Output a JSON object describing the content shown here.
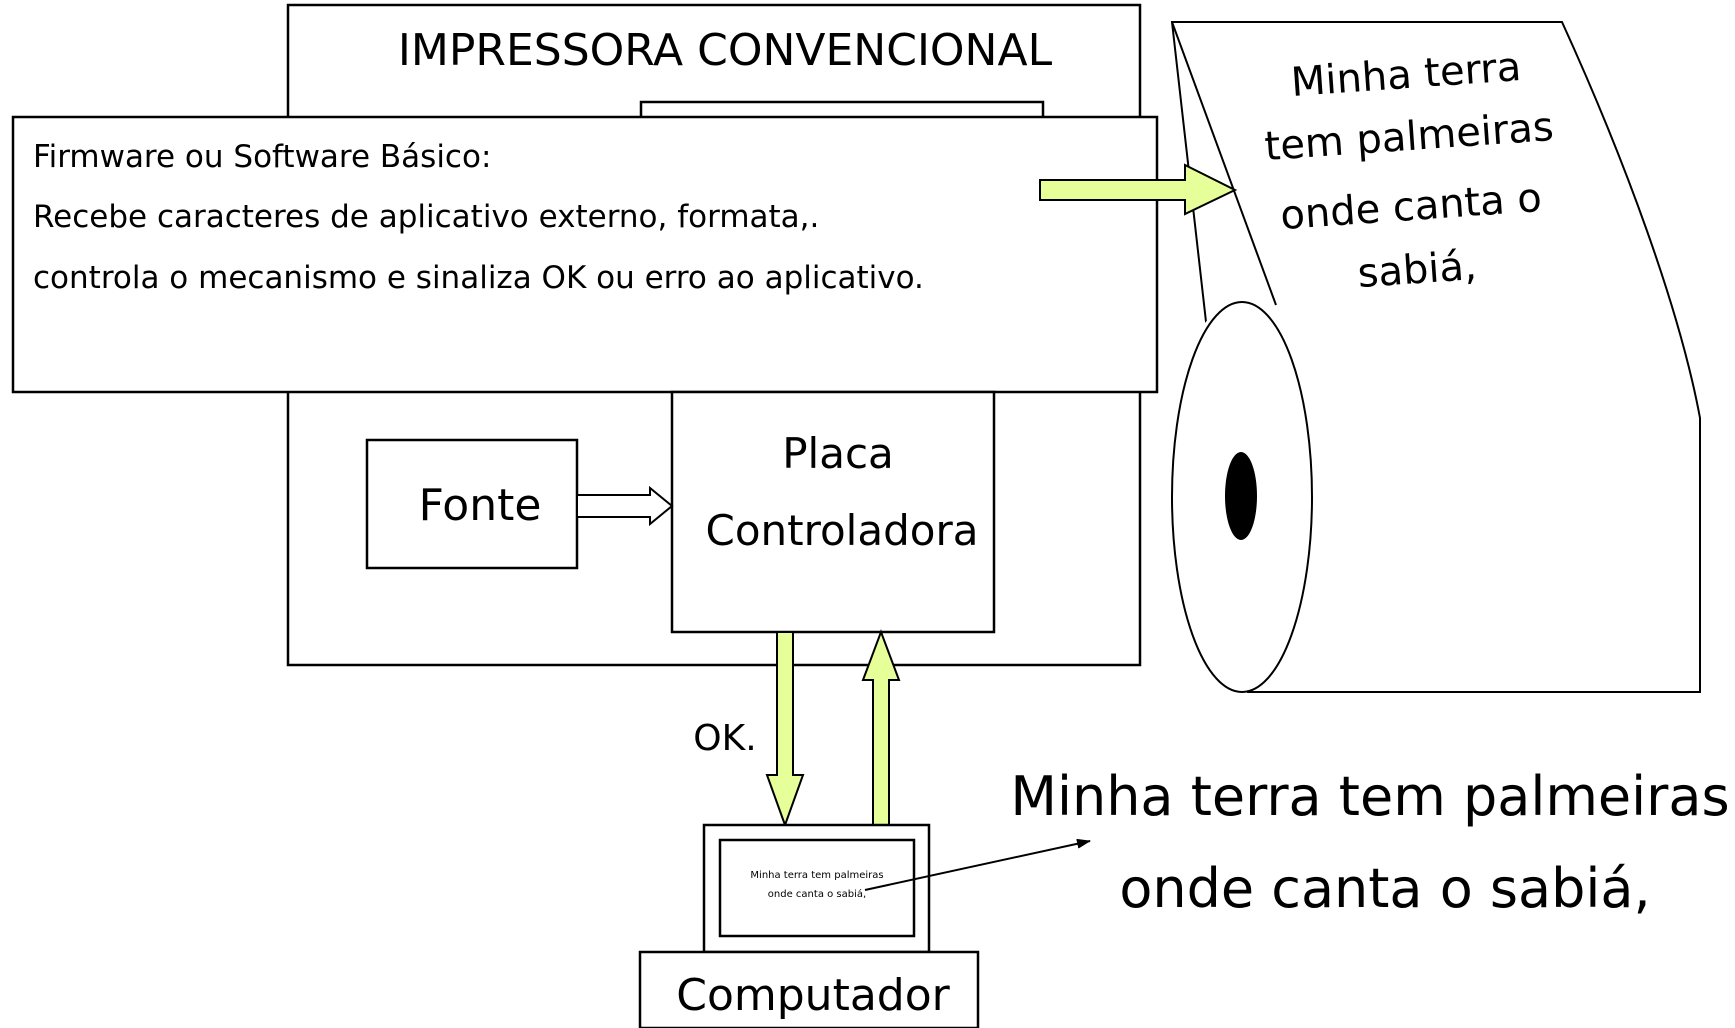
{
  "printer": {
    "title": "IMPRESSORA CONVENCIONAL"
  },
  "firmware": {
    "line1": "Firmware ou Software  Básico:",
    "line2": "Recebe caracteres de aplicativo externo, formata,.",
    "line3": "controla o mecanismo e sinaliza OK ou erro ao aplicativo."
  },
  "fonte": {
    "label": "Fonte"
  },
  "placa": {
    "line1": "Placa",
    "line2": "Controladora"
  },
  "ok_label": "OK.",
  "computer": {
    "label": "Computador",
    "screen_line1": "Minha terra tem palmeiras",
    "screen_line2": "onde canta o sabiá,"
  },
  "paper": {
    "line1": "Minha terra",
    "line2": "tem palmeiras",
    "line3": "onde canta o",
    "line4": "sabiá,"
  },
  "callout": {
    "line1": "Minha terra tem palmeiras",
    "line2": "onde canta o sabiá,"
  },
  "colors": {
    "arrow_fill": "#e6ff99",
    "line": "#000000",
    "background": "#ffffff"
  }
}
